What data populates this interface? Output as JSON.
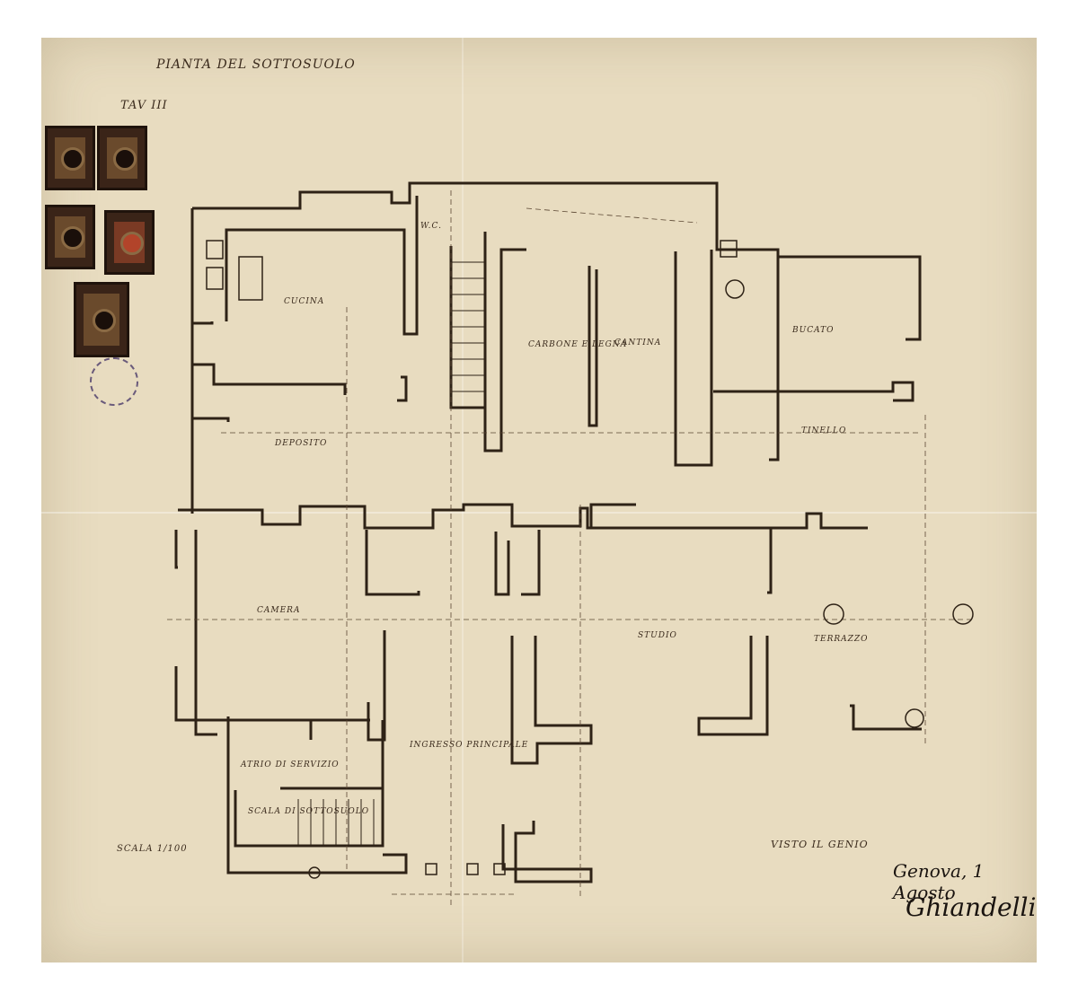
{
  "title": "PIANTA DEL SOTTOSUOLO",
  "table_ref": "TAV III",
  "rooms": {
    "cucina": "CUCINA",
    "carbone": "CARBONE E LEGNA",
    "cantina": "CANTINA",
    "bucato": "BUCATO",
    "tinello": "TINELLO",
    "studio": "STUDIO",
    "camera": "CAMERA",
    "atrio": "ATRIO DI SERVIZIO",
    "ingresso": "INGRESSO PRINCIPALE",
    "wc": "W.C.",
    "terrazzo": "TERRAZZO",
    "scala": "SCALA DI SOTTOSUOLO",
    "deposito": "DEPOSITO"
  },
  "scale_note": "SCALA 1/100",
  "visto_label": "VISTO IL GENIO",
  "signature_place_date": "Genova, 1 Agosto",
  "signature_name": "Ghiandelli",
  "colors": {
    "paper": "#e8dcc0",
    "ink": "#3a2a1c"
  }
}
